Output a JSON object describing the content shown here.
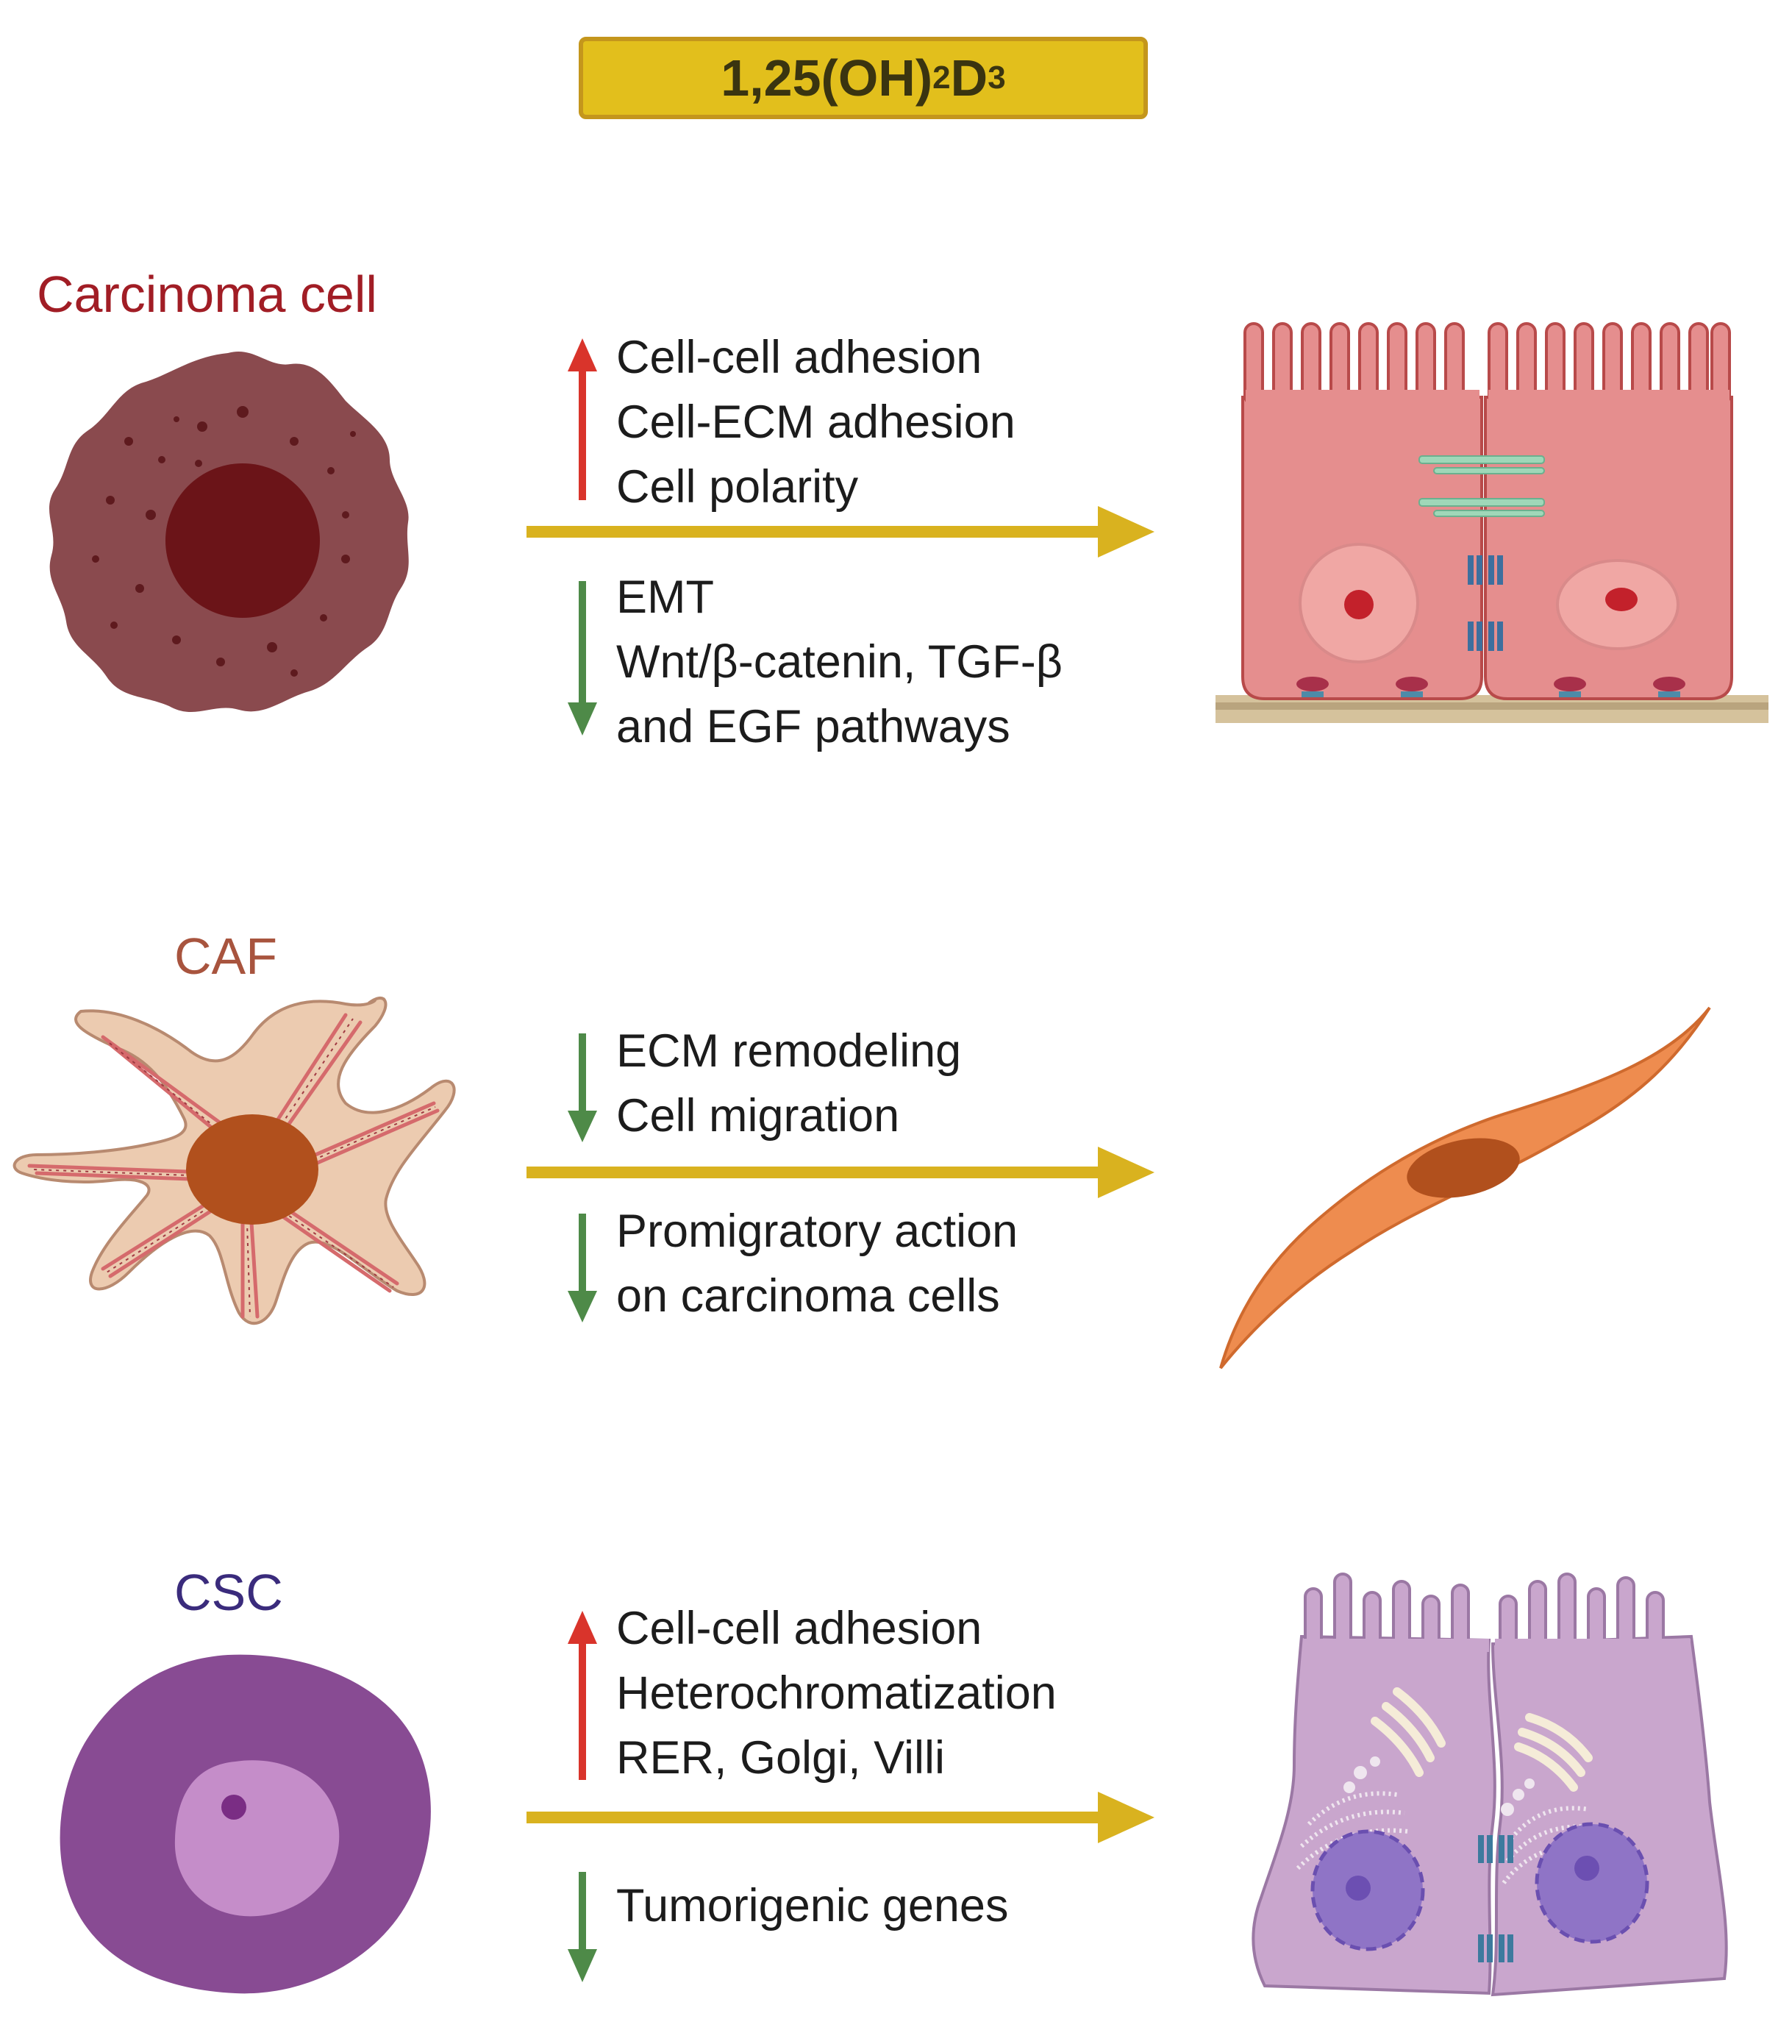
{
  "title": {
    "prefix": "1,25(OH)",
    "sub1": "2",
    "mid": "D",
    "sub2": "3"
  },
  "colors": {
    "carcinoma_label": "#a11d25",
    "caf_label": "#a8543e",
    "csc_label": "#3a2b7c",
    "up_arrow": "#d9342b",
    "down_arrow": "#4e8a48",
    "main_arrow": "#d9b21f"
  },
  "rows": [
    {
      "label": "Carcinoma cell",
      "up": [
        "Cell-cell adhesion",
        "Cell-ECM adhesion",
        "Cell polarity"
      ],
      "down": [
        "EMT",
        "Wnt/β-catenin, TGF-β",
        "and EGF pathways"
      ],
      "source_icon": "carcinoma-cell-icon",
      "target_icon": "epithelial-cells-icon"
    },
    {
      "label": "CAF",
      "down_a": [
        "ECM remodeling",
        "Cell migration"
      ],
      "down_b": [
        "Promigratory action",
        "on carcinoma cells"
      ],
      "source_icon": "caf-cell-icon",
      "target_icon": "fibroblast-cell-icon"
    },
    {
      "label": "CSC",
      "up": [
        "Cell-cell adhesion",
        "Heterochromatization",
        "RER, Golgi, Villi"
      ],
      "down": [
        "Tumorigenic genes"
      ],
      "source_icon": "csc-cell-icon",
      "target_icon": "differentiated-cells-icon"
    }
  ]
}
